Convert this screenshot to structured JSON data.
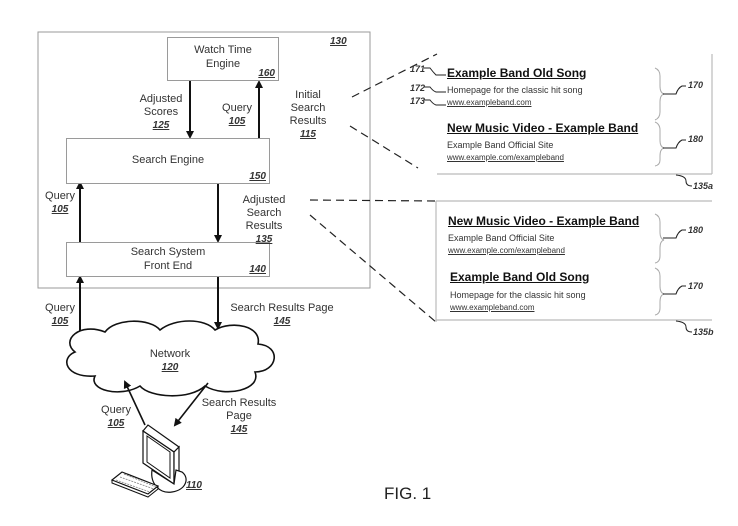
{
  "figure_label": "FIG. 1",
  "system": {
    "ref": "130",
    "watch_time_engine": {
      "title": "Watch Time Engine",
      "ref": "160"
    },
    "search_engine": {
      "title": "Search Engine",
      "ref": "150"
    },
    "front_end": {
      "title": "Search System Front End",
      "ref": "140"
    }
  },
  "flows": {
    "adjusted_scores": {
      "label": "Adjusted Scores",
      "ref": "125"
    },
    "query_to_watch": {
      "label": "Query",
      "ref": "105"
    },
    "initial_results": {
      "label": "Initial Search Results",
      "ref": "115"
    },
    "query_to_engine": {
      "label": "Query",
      "ref": "105"
    },
    "adjusted_results": {
      "label": "Adjusted Search Results",
      "ref": "135"
    },
    "query_to_frontend": {
      "label": "Query",
      "ref": "105"
    },
    "results_page_to_network": {
      "label": "Search Results Page",
      "ref": "145"
    },
    "query_from_client": {
      "label": "Query",
      "ref": "105"
    },
    "results_page_to_client": {
      "label": "Search Results Page",
      "ref": "145"
    }
  },
  "network": {
    "label": "Network",
    "ref": "120"
  },
  "client": {
    "ref": "110"
  },
  "initial_results_panel": {
    "ref": "135a",
    "results": [
      {
        "title": "Example Band Old Song",
        "description": "Homepage for the classic hit song",
        "url": "www.exampleband.com",
        "ref": "170",
        "part_refs": {
          "title": "171",
          "description": "172",
          "url": "173"
        }
      },
      {
        "title": "New Music Video - Example Band",
        "description": "Example Band Official Site",
        "url": "www.example.com/exampleband",
        "ref": "180"
      }
    ]
  },
  "adjusted_results_panel": {
    "ref": "135b",
    "results": [
      {
        "title": "New Music Video - Example Band",
        "description": "Example Band Official Site",
        "url": "www.example.com/exampleband",
        "ref": "180"
      },
      {
        "title": "Example Band Old Song",
        "description": "Homepage for the classic hit song",
        "url": "www.exampleband.com",
        "ref": "170"
      }
    ]
  }
}
